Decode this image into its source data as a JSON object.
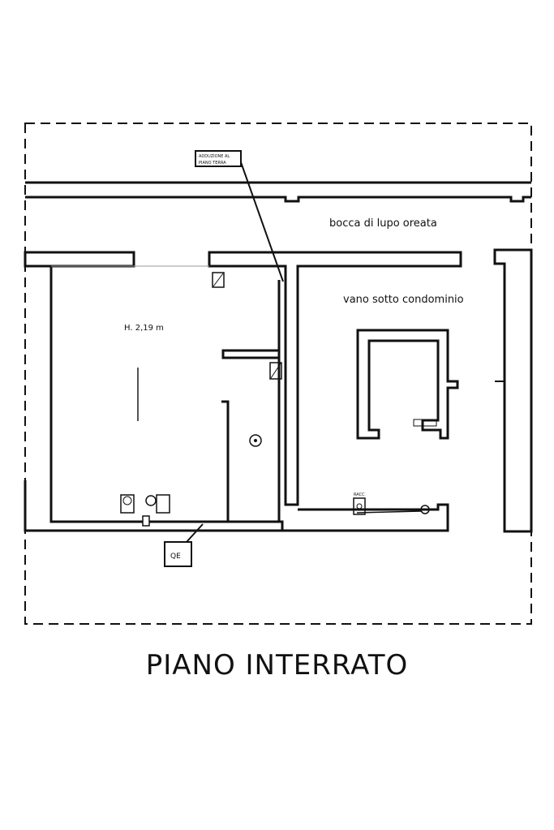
{
  "labels": {
    "bocca_di_lupo": "bocca di lupo oreata",
    "vano_sotto": "vano sotto condominio",
    "height": "H. 2,19 m",
    "tag_top_line1": "ADDUZIONE AL",
    "tag_top_line2": "PIANO TERRA",
    "tag_bottom": "QE",
    "small_label": "RACC"
  },
  "title": "PIANO INTERRATO",
  "colors": {
    "line": "#111111",
    "background": "#ffffff"
  }
}
